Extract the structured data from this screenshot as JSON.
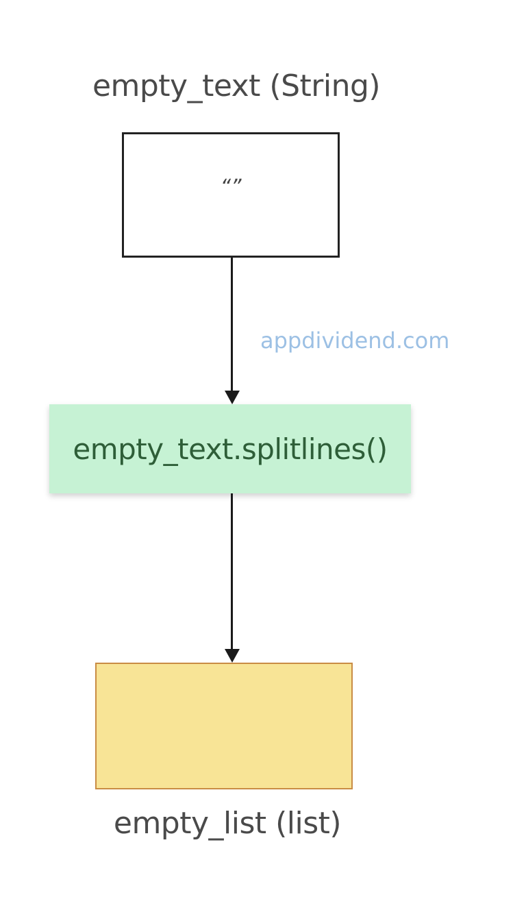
{
  "diagram": {
    "input_label": "empty_text (String)",
    "input_value": "“”",
    "watermark": "appdividend.com",
    "operation": "empty_text.splitlines()",
    "output_value": "",
    "output_label": "empty_list (list)",
    "colors": {
      "text": "#4a4a4a",
      "input_border": "#222222",
      "operation_bg": "#c6f2d4",
      "operation_text": "#2e5e38",
      "output_bg": "#f8e496",
      "output_border": "#c98c44",
      "watermark": "#9cc0e4",
      "arrow": "#1a1a1a"
    }
  }
}
